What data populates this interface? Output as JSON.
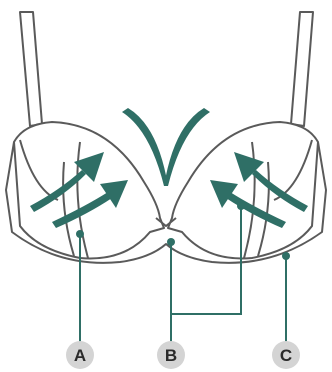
{
  "colors": {
    "outline": "#5a5a5a",
    "accent": "#2f6f66",
    "badge": "#d4d4d4",
    "badge_text": "#2a2a2a",
    "background": "#ffffff"
  },
  "labels": {
    "a": "A",
    "b": "B",
    "c": "C"
  }
}
